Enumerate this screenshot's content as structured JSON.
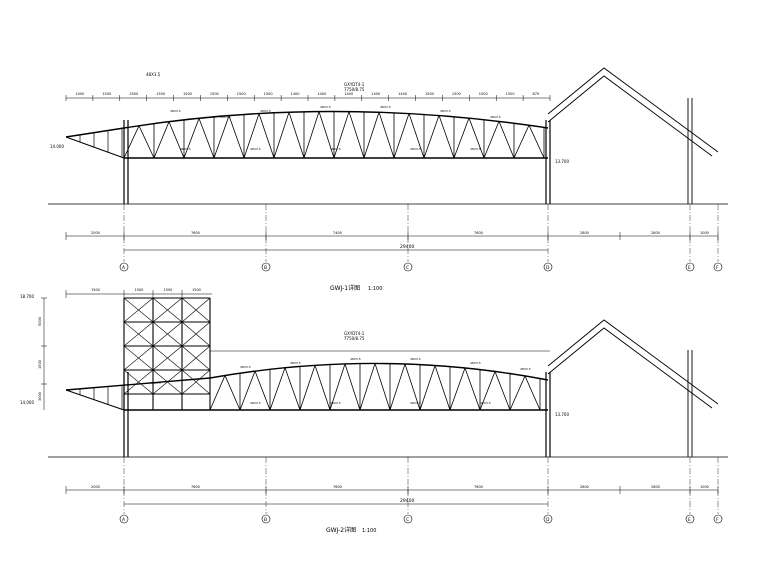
{
  "drawing_1": {
    "caption": "GWJ-1详图",
    "scale": "1:100",
    "note_top": "GXYDT4-1",
    "note_top_sub": "7750/8.75",
    "elev_left": "14.000",
    "elev_right": "13.700",
    "total_dim": "29400",
    "bottom_dims": [
      "2000",
      "7600",
      "7400",
      "7600",
      "2800",
      "2800",
      "1000"
    ],
    "top_panel_dims": [
      "1000",
      "1500",
      "1500",
      "1500",
      "1500",
      "1500",
      "1500",
      "1500",
      "1400",
      "1400",
      "1400",
      "1400",
      "1400",
      "1500",
      "1500",
      "1500",
      "1500",
      "870"
    ],
    "member_label": "48X3.5",
    "axes": [
      "A",
      "B",
      "C",
      "D",
      "E",
      "F"
    ]
  },
  "drawing_2": {
    "caption": "GWJ-2详图",
    "scale": "1:100",
    "note_top": "GXYDT4-1",
    "note_top_sub": "7750/8.75",
    "elev_top": "18.700",
    "elev_left": "14.000",
    "elev_right": "13.700",
    "total_dim": "29400",
    "tower_dims": [
      "1500",
      "1500",
      "1500",
      "1500"
    ],
    "left_dims": [
      "5000",
      "1500",
      "3000"
    ],
    "bottom_dims": [
      "2000",
      "7600",
      "7600",
      "7600",
      "2800",
      "2800",
      "1000"
    ],
    "member_label": "48X3.5",
    "axes": [
      "A",
      "B",
      "C",
      "D",
      "E",
      "F"
    ]
  }
}
